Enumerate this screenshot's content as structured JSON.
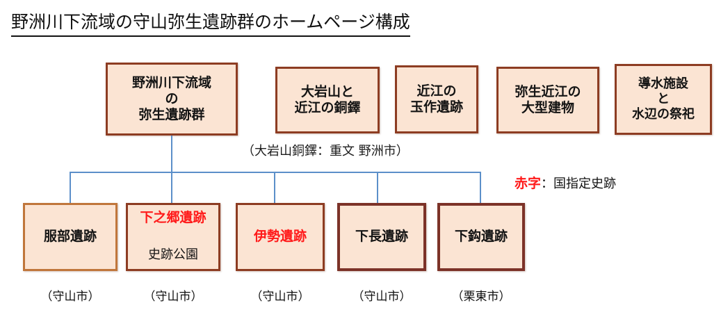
{
  "title": "野洲川下流域の守山弥生遺跡群のホームページ構成",
  "top_nodes": [
    {
      "name": "yasugawa-root",
      "lines": [
        "野洲川下流域",
        "の",
        "弥生遺跡群"
      ]
    },
    {
      "name": "oiwayama-dotaku",
      "lines": [
        "大岩山と",
        "近江の銅鐸"
      ]
    },
    {
      "name": "omi-tamatsukuri",
      "lines": [
        "近江の",
        "玉作遺跡"
      ]
    },
    {
      "name": "yayoi-omi-building",
      "lines": [
        "弥生近江の",
        "大型建物"
      ]
    },
    {
      "name": "dosui-shisetsu",
      "lines": [
        "導水施設",
        "と",
        "水辺の祭祀"
      ]
    }
  ],
  "caption": "（大岩山銅鐸：重文 野洲市）",
  "legend": {
    "red_text": "赤字",
    "rest_text": "：国指定史跡"
  },
  "bottom_nodes": [
    {
      "name": "hattori",
      "main": "服部遺跡",
      "main_red": false,
      "sub": "",
      "city": "（守山市）"
    },
    {
      "name": "shimonogo",
      "main": "下之郷遺跡",
      "main_red": true,
      "sub": "史跡公園",
      "city": "（守山市）"
    },
    {
      "name": "ise",
      "main": "伊勢遺跡",
      "main_red": true,
      "sub": "",
      "city": "（守山市）"
    },
    {
      "name": "shimonaga",
      "main": "下長遺跡",
      "main_red": false,
      "sub": "",
      "city": "（守山市）"
    },
    {
      "name": "shimomagari",
      "main": "下鈎遺跡",
      "main_red": false,
      "sub": "",
      "city": "（栗東市）"
    }
  ],
  "colors": {
    "box_fill": "#fbe4d3",
    "box_border": "#8a3a2a",
    "connector": "#5b8fc9",
    "red_text": "#ff1a1a"
  }
}
